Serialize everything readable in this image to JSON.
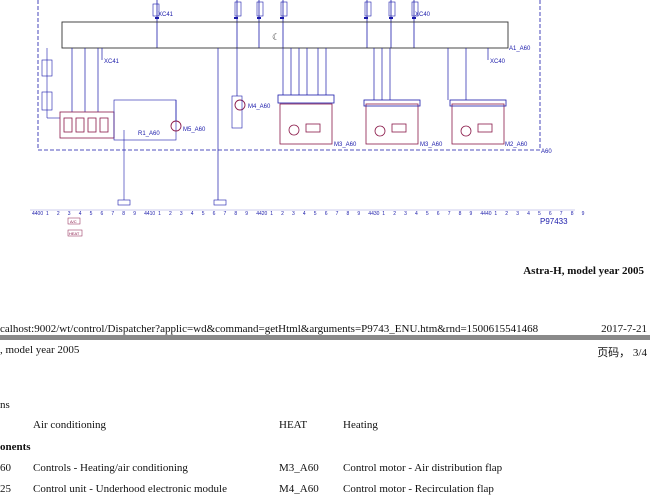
{
  "diagram": {
    "ruler": {
      "groups": [
        {
          "label": "4400",
          "ticks": [
            "1",
            "2",
            "3",
            "4",
            "5",
            "6",
            "7",
            "8",
            "9"
          ]
        },
        {
          "label": "4410",
          "ticks": [
            "1",
            "2",
            "3",
            "4",
            "5",
            "6",
            "7",
            "8",
            "9"
          ]
        },
        {
          "label": "4420",
          "ticks": [
            "1",
            "2",
            "3",
            "4",
            "5",
            "6",
            "7",
            "8",
            "9"
          ]
        },
        {
          "label": "4430",
          "ticks": [
            "1",
            "2",
            "3",
            "4",
            "5",
            "6",
            "7",
            "8",
            "9"
          ]
        },
        {
          "label": "4440",
          "ticks": [
            "1",
            "2",
            "3",
            "4",
            "5",
            "6",
            "7",
            "8",
            "9"
          ]
        }
      ]
    },
    "labels": {
      "xc41_top": "XC41",
      "xc41_left": "XC41",
      "xc40_top": "XC40",
      "xc40_right": "XC40",
      "a1": "A1_A60",
      "r1": "R1_A60",
      "m5": "M5_A60",
      "m4": "M4_A60",
      "m3a": "M3_A60",
      "m3b": "M3_A60",
      "m2": "M2_A60",
      "a60": "A60",
      "figure_no": "P97433",
      "tag1": "A/C",
      "tag2": "HEAT"
    },
    "colors": {
      "wire": "#1a1aaa",
      "component": "#8b1a4a",
      "line": "#222222"
    }
  },
  "caption": "Astra-H, model year 2005",
  "url_line": "calhost:9002/wt/control/Dispatcher?applic=wd&command=getHtml&arguments=P9743_ENU.htm&rnd=1500615541468",
  "print_date": "2017-7-21",
  "header": {
    "left": ", model year 2005",
    "right": "页码， 3/4"
  },
  "abbreviations": {
    "heading": "ns",
    "items": [
      {
        "code": "",
        "text": "Air conditioning",
        "code2": "HEAT",
        "text2": "Heating"
      }
    ]
  },
  "components": {
    "heading": "onents",
    "items": [
      {
        "code": "60",
        "text": "Controls - Heating/air conditioning",
        "code2": "M3_A60",
        "text2": "Control motor - Air distribution flap"
      },
      {
        "code": "25",
        "text": "Control unit - Underhood electronic module",
        "code2": "M4_A60",
        "text2": "Control motor - Recirculation flap"
      }
    ]
  }
}
